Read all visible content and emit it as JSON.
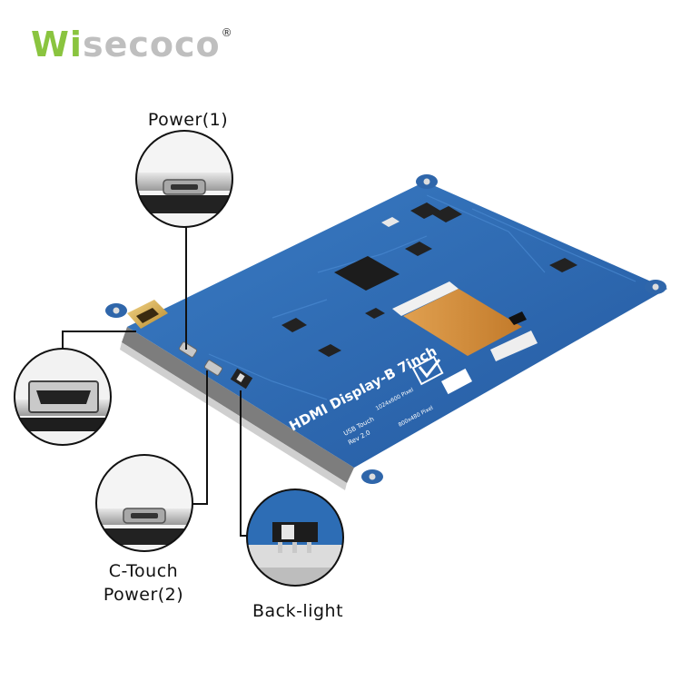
{
  "brand": {
    "logo_accent": "Wi",
    "logo_rest": "secoco",
    "registered_mark": "®",
    "accent_color": "#8ac43f"
  },
  "board": {
    "silkscreen_title": "HDMI Display-B 7inch",
    "silkscreen_touch": "USB Touch",
    "silkscreen_rev": "Rev 2.0",
    "silkscreen_res1": "1024x600 Pixel",
    "silkscreen_res2": "800x480 Pixel",
    "pcb_color": "#2d6db5"
  },
  "callouts": {
    "power1": "Power(1)",
    "c_touch_line1": "C-Touch",
    "c_touch_line2": "Power(2)",
    "backlight": "Back-light"
  }
}
